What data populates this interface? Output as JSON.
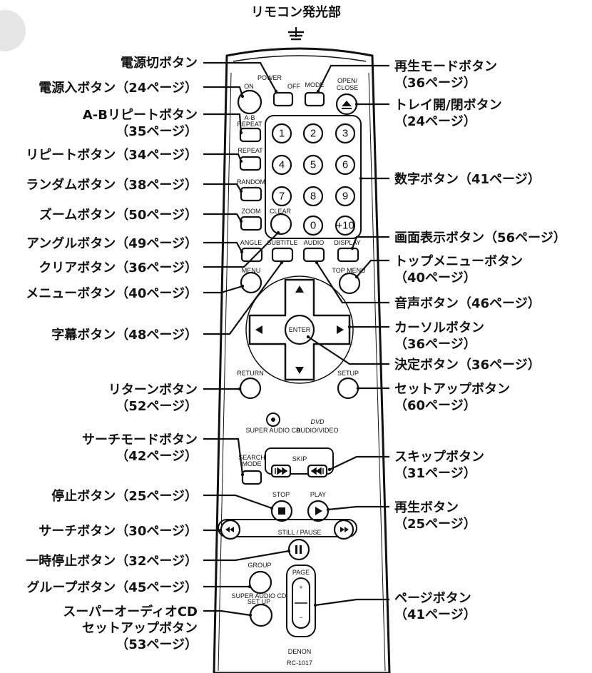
{
  "top_label": "リモコン発光部",
  "left_callouts": [
    {
      "id": "power-off",
      "lines": [
        "電源切ボタン"
      ]
    },
    {
      "id": "power-on",
      "lines": [
        "電源入ボタン（24ページ）"
      ]
    },
    {
      "id": "ab-repeat",
      "lines": [
        "A-Bリピートボタン",
        "（35ページ）"
      ]
    },
    {
      "id": "repeat",
      "lines": [
        "リピートボタン（34ページ）"
      ]
    },
    {
      "id": "random",
      "lines": [
        "ランダムボタン（38ページ）"
      ]
    },
    {
      "id": "zoom",
      "lines": [
        "ズームボタン（50ページ）"
      ]
    },
    {
      "id": "angle",
      "lines": [
        "アングルボタン（49ページ）"
      ]
    },
    {
      "id": "clear",
      "lines": [
        "クリアボタン（36ページ）"
      ]
    },
    {
      "id": "menu",
      "lines": [
        "メニューボタン（40ページ）"
      ]
    },
    {
      "id": "subtitle",
      "lines": [
        "字幕ボタン（48ページ）"
      ]
    },
    {
      "id": "return",
      "lines": [
        "リターンボタン",
        "（52ページ）"
      ]
    },
    {
      "id": "search-mode",
      "lines": [
        "サーチモードボタン",
        "（42ページ）"
      ]
    },
    {
      "id": "stop",
      "lines": [
        "停止ボタン（25ページ）"
      ]
    },
    {
      "id": "search",
      "lines": [
        "サーチボタン（30ページ）"
      ]
    },
    {
      "id": "pause",
      "lines": [
        "一時停止ボタン（32ページ）"
      ]
    },
    {
      "id": "group",
      "lines": [
        "グループボタン（45ページ）"
      ]
    },
    {
      "id": "sacd-setup",
      "lines": [
        "スーパーオーディオCD",
        "セットアップボタン",
        "（53ページ）"
      ]
    }
  ],
  "right_callouts": [
    {
      "id": "mode",
      "lines": [
        "再生モードボタン",
        "（36ページ）"
      ]
    },
    {
      "id": "open-close",
      "lines": [
        "トレイ開/閉ボタン",
        "（24ページ）"
      ]
    },
    {
      "id": "numbers",
      "lines": [
        "数字ボタン（41ページ）"
      ]
    },
    {
      "id": "display",
      "lines": [
        "画面表示ボタン（56ページ）"
      ]
    },
    {
      "id": "top-menu",
      "lines": [
        "トップメニューボタン",
        "（40ページ）"
      ]
    },
    {
      "id": "audio",
      "lines": [
        "音声ボタン（46ページ）"
      ]
    },
    {
      "id": "cursor",
      "lines": [
        "カーソルボタン",
        "（36ページ）"
      ]
    },
    {
      "id": "enter",
      "lines": [
        "決定ボタン（36ページ）"
      ]
    },
    {
      "id": "setup",
      "lines": [
        "セットアップボタン",
        "（60ページ）"
      ]
    },
    {
      "id": "skip",
      "lines": [
        "スキップボタン",
        "（31ページ）"
      ]
    },
    {
      "id": "play",
      "lines": [
        "再生ボタン",
        "（25ページ）"
      ]
    },
    {
      "id": "page",
      "lines": [
        "ページボタン",
        "（41ページ）"
      ]
    }
  ],
  "remote": {
    "power": "POWER",
    "on": "ON",
    "off": "OFF",
    "mode": "MODE",
    "open_close": [
      "OPEN/",
      "CLOSE"
    ],
    "ab_repeat": [
      "A-B",
      "REPEAT"
    ],
    "repeat": "REPEAT",
    "random": "RANDOM",
    "zoom": "ZOOM",
    "clear": "CLEAR",
    "angle": "ANGLE",
    "subtitle": "SUBTITLE",
    "audio": "AUDIO",
    "display": "DISPLAY",
    "menu": "MENU",
    "top_menu": "TOP MENU",
    "enter": "ENTER",
    "return": "RETURN",
    "setup": "SETUP",
    "search_mode": [
      "SEARCH",
      "MODE"
    ],
    "skip": "SKIP",
    "stop": "STOP",
    "play": "PLAY",
    "still_pause": "STILL / PAUSE",
    "group": "GROUP",
    "page": "PAGE",
    "sacd_setup": [
      "SUPER AUDIO CD",
      "SET UP"
    ],
    "sacd_logo": "SUPER AUDIO CD",
    "dvd_logo": "DVD",
    "dvd_sub": "AUDIO/VIDEO",
    "brand": "DENON",
    "model": "RC-1017",
    "digits": [
      "1",
      "2",
      "3",
      "4",
      "5",
      "6",
      "7",
      "8",
      "9",
      "0",
      "+10"
    ]
  }
}
